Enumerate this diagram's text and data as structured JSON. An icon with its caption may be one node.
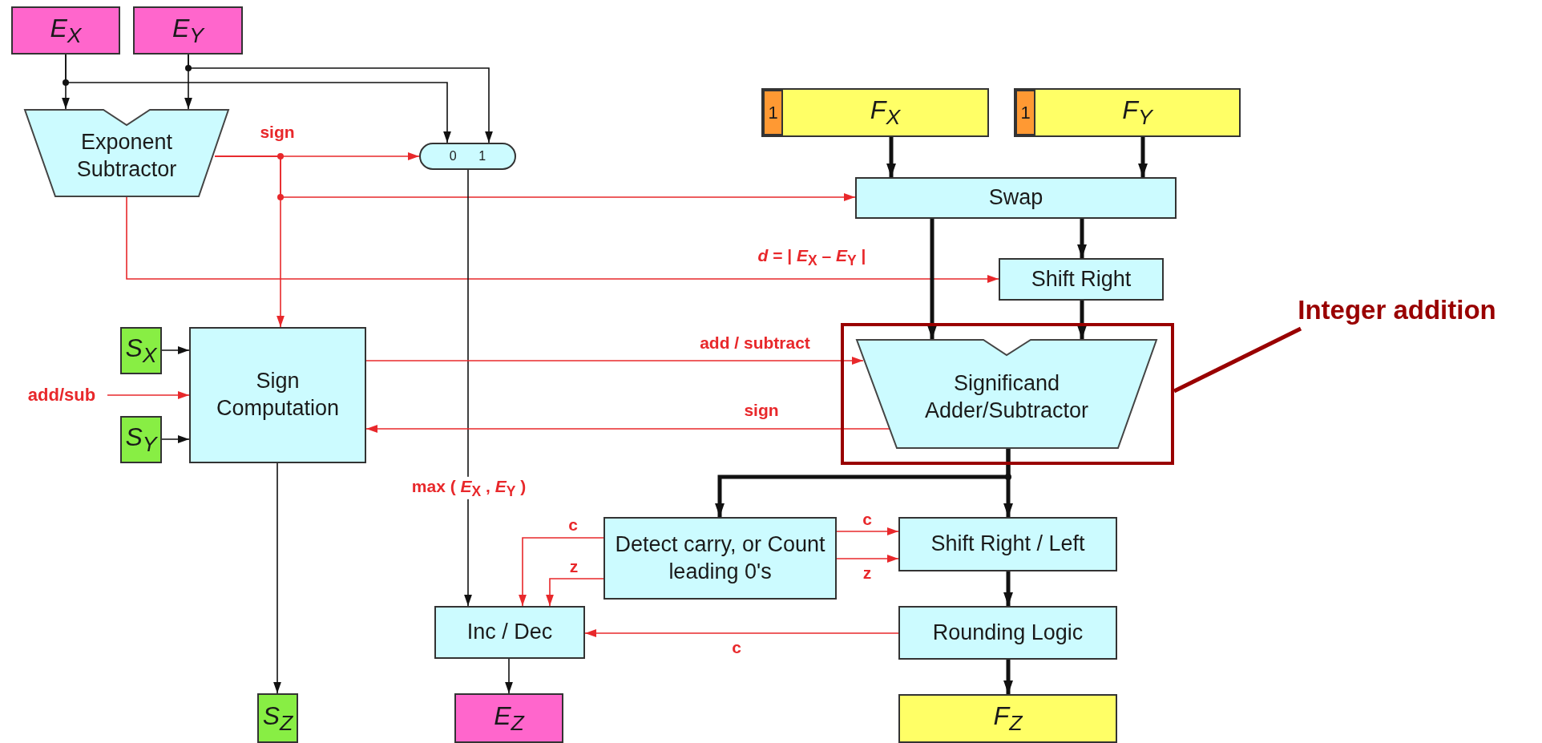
{
  "diagram": {
    "nodes": [
      {
        "text": [
          "E$_{X}$"
        ]
      },
      {
        "text": [
          "E$_{Y}$"
        ]
      },
      {
        "text": [
          "Exponent Subtractor"
        ]
      },
      {
        "text": [
          "0",
          "1"
        ]
      },
      {
        "text": [
          "F$_{X}$"
        ]
      },
      {
        "text": [
          "1"
        ],
        "in": 4
      },
      {
        "text": [
          "F$_{Y}$"
        ]
      },
      {
        "text": [
          "1"
        ],
        "in": 6
      },
      {
        "text": [
          "Swap"
        ]
      },
      {
        "text": [
          "Shift Right"
        ]
      },
      {
        "text": [
          "S$_{X}$"
        ]
      },
      {
        "text": [
          "add/sub"
        ]
      },
      {
        "text": [
          "S$_{Y}$"
        ]
      },
      {
        "text": [
          "Sign Computation"
        ]
      },
      {
        "text": [],
        "shape": "box"
      },
      {
        "text": [
          "Significand Adder/Subtractor"
        ],
        "in": 14
      },
      {
        "text": [
          "Integer addition"
        ]
      },
      {
        "text": [
          "Detect carry, or Count leading 0's"
        ]
      },
      {
        "text": [
          "Shift Right / Left"
        ]
      },
      {
        "text": [
          "Inc / Dec"
        ]
      },
      {
        "text": [
          "Rounding Logic"
        ]
      },
      {
        "text": [
          "S$_{Z}$"
        ]
      },
      {
        "text": [
          "E$_{Z}$"
        ]
      },
      {
        "text": [
          "F$_{Z}$"
        ]
      }
    ],
    "edges": [
      {
        "from": 0,
        "to": 2,
        "arrow": "to"
      },
      {
        "from": 1,
        "to": 2,
        "arrow": "to"
      },
      {
        "from": 0,
        "to": 3,
        "arrow": "to"
      },
      {
        "from": 1,
        "to": 3,
        "arrow": "to"
      },
      {
        "from": 2,
        "to": 3,
        "arrow": "to",
        "label": "sign",
        "color": "#e8282b"
      },
      {
        "from": 2,
        "to": 8,
        "arrow": "to",
        "color": "#e8282b"
      },
      {
        "from": 2,
        "to": 13,
        "arrow": "to",
        "color": "#e8282b"
      },
      {
        "from": 2,
        "to": 9,
        "arrow": "to",
        "label": "*d* = | *E*$_{X}$ – *E*$_{Y}$ |",
        "color": "#e8282b"
      },
      {
        "from": 3,
        "to": 19,
        "arrow": "to",
        "label": "max ( *E*$_{X}$ , *E*$_{Y}$ )"
      },
      {
        "from": 4,
        "to": 8,
        "arrow": "to",
        "style": "thick"
      },
      {
        "from": 6,
        "to": 8,
        "arrow": "to",
        "style": "thick"
      },
      {
        "from": 8,
        "to": 15,
        "arrow": "to",
        "style": "thick"
      },
      {
        "from": 8,
        "to": 9,
        "arrow": "to",
        "style": "thick"
      },
      {
        "from": 9,
        "to": 15,
        "arrow": "to",
        "style": "thick"
      },
      {
        "from": 10,
        "to": 13,
        "arrow": "to"
      },
      {
        "from": 11,
        "to": 13,
        "arrow": "to",
        "color": "#e8282b"
      },
      {
        "from": 12,
        "to": 13,
        "arrow": "to"
      },
      {
        "from": 13,
        "to": 15,
        "arrow": "to",
        "label": "add / subtract",
        "color": "#e8282b"
      },
      {
        "from": 15,
        "to": 13,
        "arrow": "to",
        "label": "sign",
        "color": "#e8282b"
      },
      {
        "from": 15,
        "to": 17,
        "arrow": "to",
        "style": "thick"
      },
      {
        "from": 15,
        "to": 18,
        "arrow": "to",
        "style": "thick"
      },
      {
        "from": 17,
        "to": 19,
        "arrow": "to",
        "label": "c",
        "color": "#e8282b"
      },
      {
        "from": 17,
        "to": 19,
        "arrow": "to",
        "label": "z",
        "color": "#e8282b"
      },
      {
        "from": 17,
        "to": 18,
        "arrow": "to",
        "label": "c",
        "color": "#e8282b"
      },
      {
        "from": 17,
        "to": 18,
        "arrow": "to",
        "label": "z",
        "color": "#e8282b"
      },
      {
        "from": 20,
        "to": 19,
        "arrow": "to",
        "label": "c",
        "color": "#e8282b"
      },
      {
        "from": 18,
        "to": 20,
        "arrow": "to",
        "style": "thick"
      },
      {
        "from": 20,
        "to": 23,
        "arrow": "to",
        "style": "thick"
      },
      {
        "from": 13,
        "to": 21,
        "arrow": "to"
      },
      {
        "from": 19,
        "to": 22,
        "arrow": "to"
      },
      {
        "from": 16,
        "to": 14,
        "arrow": "none",
        "style": "thick",
        "color": "#990000"
      }
    ]
  }
}
